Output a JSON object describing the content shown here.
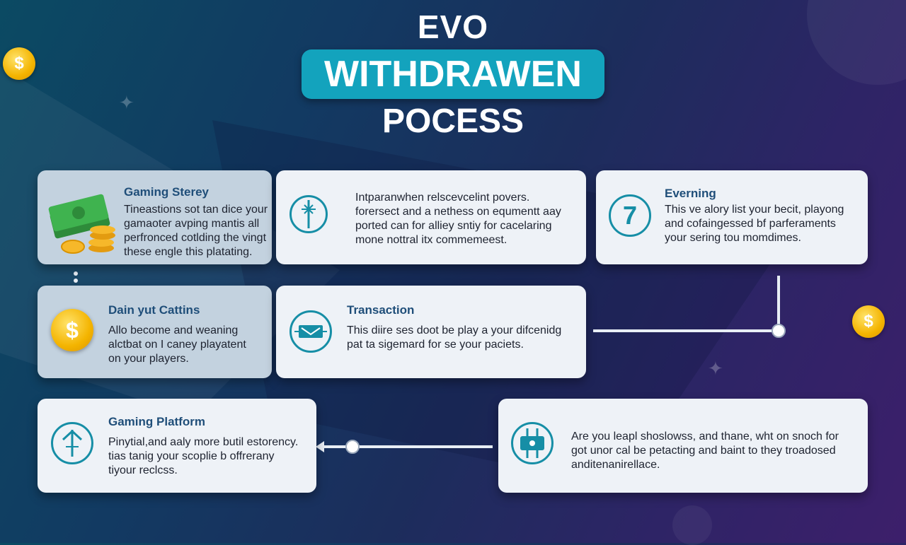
{
  "title": {
    "line1": "EVO",
    "line2": "WITHDRAWEN",
    "line3": "POCESS"
  },
  "coin_symbol": "$",
  "colors": {
    "accent": "#13a3bd",
    "icon": "#168ea6",
    "title_text": "#1f4e79",
    "coin": "#f4b400"
  },
  "cards": [
    {
      "id": "gaming-sterey",
      "title": "Gaming Sterey",
      "icon": "money-stack-icon",
      "lines": [
        "Tineastions sot tan dice your",
        "gamaoter avping mantis all",
        "perfronced cotlding the vingt",
        "these engle this platating."
      ]
    },
    {
      "id": "step-2",
      "title": "",
      "icon": "compass-icon",
      "lines": [
        "Intparanwhen relscevcelint povers.",
        "forersect and a nethess on equmentt aay",
        "ported can for alliey sntiy for cacelaring",
        "mone nottral itx commemeest."
      ]
    },
    {
      "id": "evening",
      "title": "Everning",
      "icon": "slot-seven-icon",
      "lines": [
        "This ve alory list your becit, playong",
        "and cofaingessed bf parferaments",
        "your sering tou momdimes."
      ]
    },
    {
      "id": "dain-yut-cattins",
      "title": "Dain yut Cattins",
      "icon": "dollar-coin-icon",
      "lines": [
        "Allo become and weaning",
        "alctbat on I caney playatent",
        "on your players."
      ]
    },
    {
      "id": "transaction",
      "title": "Transaction",
      "icon": "card-envelope-icon",
      "lines": [
        "This diire ses doot be play a your difcenidg",
        "pat ta sigemard for se your paciets."
      ]
    },
    {
      "id": "gaming-platform",
      "title": "Gaming Platform",
      "icon": "arrow-up-icon",
      "lines": [
        "Pinytial,and aaly more butil estorency.",
        "tias tanig your scoplie b offrerany",
        "tiyour reclcss."
      ]
    },
    {
      "id": "step-7",
      "title": "",
      "icon": "transfer-card-icon",
      "lines": [
        "Are you leapl shoslowss, and thane, wht on snoch for",
        "got unor cal be petacting and baint to they troadosed",
        "anditenanirellace."
      ]
    }
  ]
}
